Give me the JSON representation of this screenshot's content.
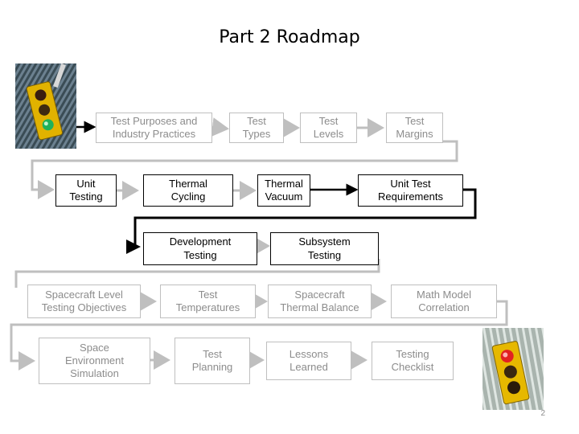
{
  "title": "Part 2 Roadmap",
  "page_number": "2",
  "colors": {
    "active_border": "#000000",
    "inactive_border": "#bfbfbf",
    "inactive_text": "#8c8c8c",
    "light_red": "#e22222",
    "light_green": "#19b24c"
  },
  "boxes": {
    "b1": "Test Purposes and\nIndustry Practices",
    "b2": "Test\nTypes",
    "b3": "Test\nLevels",
    "b4": "Test\nMargins",
    "b5": "Unit\nTesting",
    "b6": "Thermal\nCycling",
    "b7": "Thermal\nVacuum",
    "b8": "Unit Test\nRequirements",
    "b9": "Development\nTesting",
    "b10": "Subsystem\nTesting",
    "b11": "Spacecraft Level\nTesting Objectives",
    "b12": "Test\nTemperatures",
    "b13": "Spacecraft\nThermal Balance",
    "b14": "Math Model\nCorrelation",
    "b15": "Space\nEnvironment\nSimulation",
    "b16": "Test\nPlanning",
    "b17": "Lessons\nLearned",
    "b18": "Testing\nChecklist"
  },
  "images": {
    "left": "traffic-light-green-icon",
    "right": "traffic-light-red-icon"
  }
}
